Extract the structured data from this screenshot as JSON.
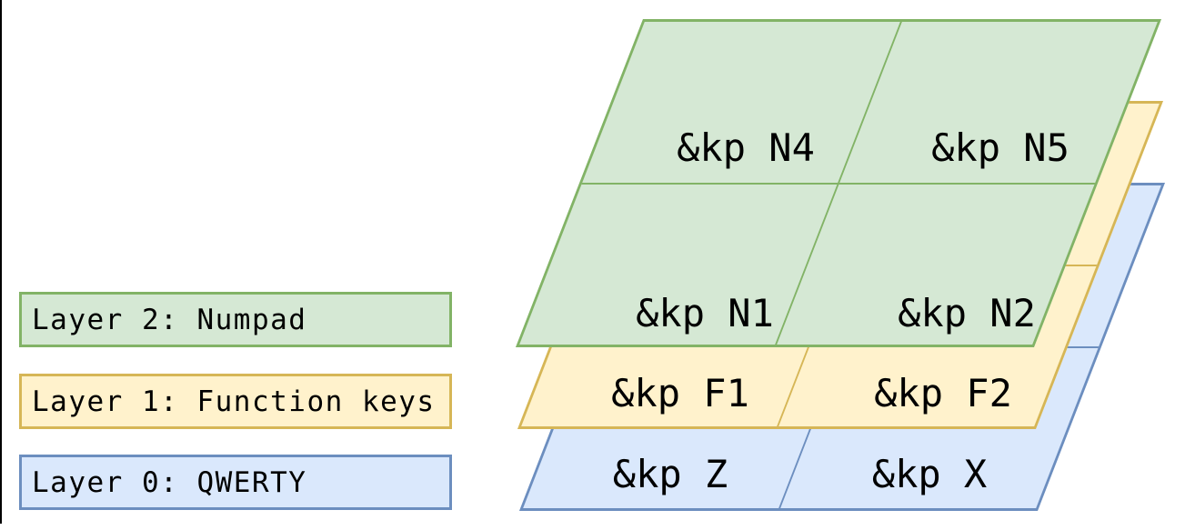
{
  "layers": [
    {
      "legend_label": "Layer 2: Numpad",
      "fill": "#d5e8d4",
      "stroke": "#82b366",
      "keys": {
        "top_left": "&kp N4",
        "top_right": "&kp N5",
        "bottom_left": "&kp N1",
        "bottom_right": "&kp N2"
      }
    },
    {
      "legend_label": "Layer 1: Function keys",
      "fill": "#fff2cc",
      "stroke": "#d6b656",
      "keys": {
        "bottom_left": "&kp F1",
        "bottom_right": "&kp F2"
      }
    },
    {
      "legend_label": "Layer 0: QWERTY",
      "fill": "#dae8fc",
      "stroke": "#6c8ebf",
      "keys": {
        "bottom_left": "&kp Z",
        "bottom_right": "&kp X"
      }
    }
  ]
}
